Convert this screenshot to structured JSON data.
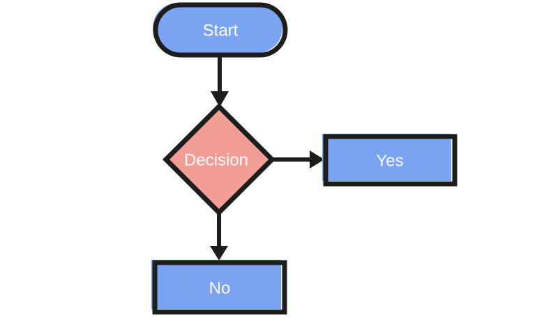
{
  "diagram": {
    "type": "flowchart",
    "background": "#ffffff",
    "stroke_color": "#1d1d1b",
    "label_color": "#ffffff",
    "nodes": [
      {
        "id": "start",
        "shape": "rounded-pill",
        "label": "Start",
        "fill": "#7aa3f2"
      },
      {
        "id": "decision",
        "shape": "diamond",
        "label": "Decision",
        "fill": "#f29d96"
      },
      {
        "id": "yes",
        "shape": "rectangle",
        "label": "Yes",
        "fill": "#7aa3f2"
      },
      {
        "id": "no",
        "shape": "rectangle",
        "label": "No",
        "fill": "#7aa3f2"
      }
    ],
    "edges": [
      {
        "from": "start",
        "to": "decision",
        "direction": "down"
      },
      {
        "from": "decision",
        "to": "yes",
        "direction": "right"
      },
      {
        "from": "decision",
        "to": "no",
        "direction": "down"
      }
    ]
  }
}
